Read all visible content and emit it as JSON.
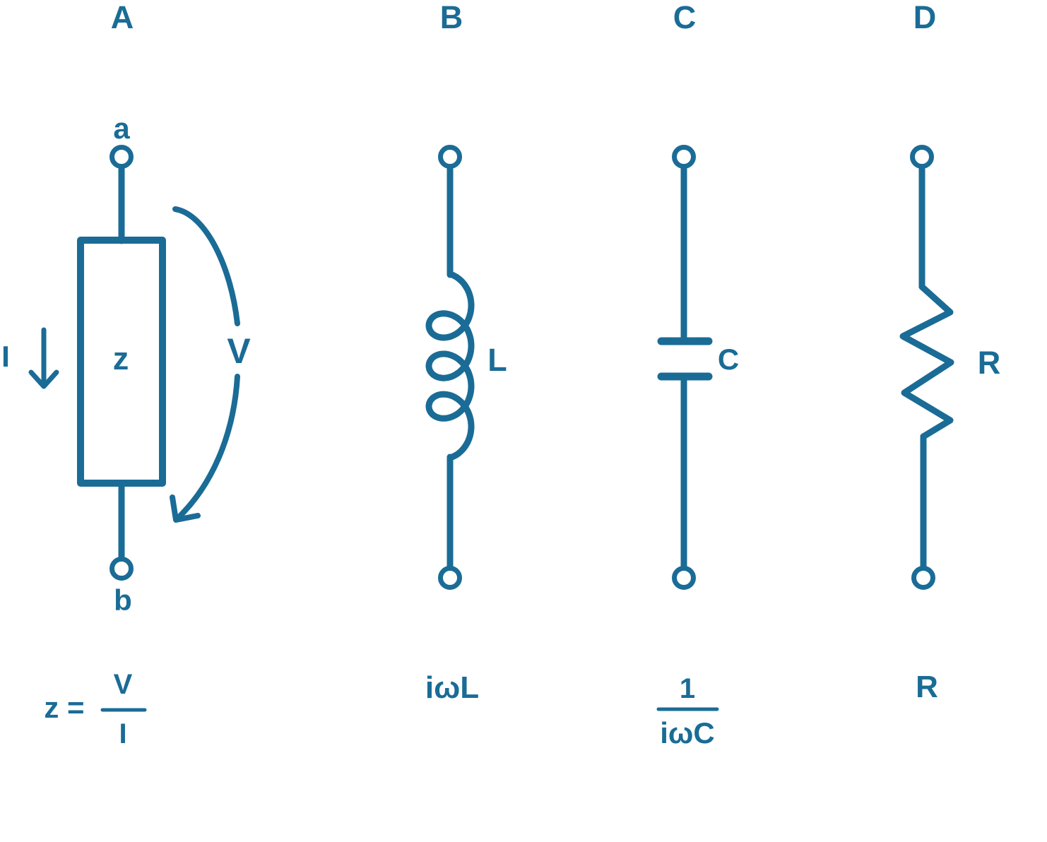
{
  "colors": {
    "accent": "#1A6C96",
    "background": "#ffffff"
  },
  "columns": {
    "a": {
      "label": "A",
      "terminal_top": "a",
      "terminal_bottom": "b",
      "element_label": "z",
      "current_label": "I",
      "voltage_label": "V",
      "formula": {
        "lhs": "z =",
        "numerator": "V",
        "denominator": "I"
      }
    },
    "b": {
      "label": "B",
      "element_label": "L",
      "formula": "iωL"
    },
    "c": {
      "label": "C",
      "element_label": "C",
      "formula": {
        "numerator": "1",
        "denominator": "iωC"
      }
    },
    "d": {
      "label": "D",
      "element_label": "R",
      "formula": "R"
    }
  }
}
